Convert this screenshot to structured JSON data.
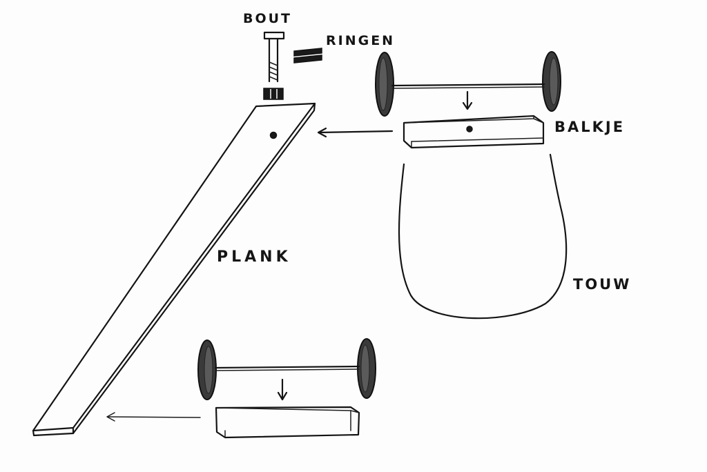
{
  "labels": {
    "bout": "BOUT",
    "ringen": "RINGEN",
    "balkje": "BALKJE",
    "plank": "PLANK",
    "touw": "TOUW"
  },
  "colors": {
    "ink": "#141414",
    "paper": "#fdfdfd"
  }
}
